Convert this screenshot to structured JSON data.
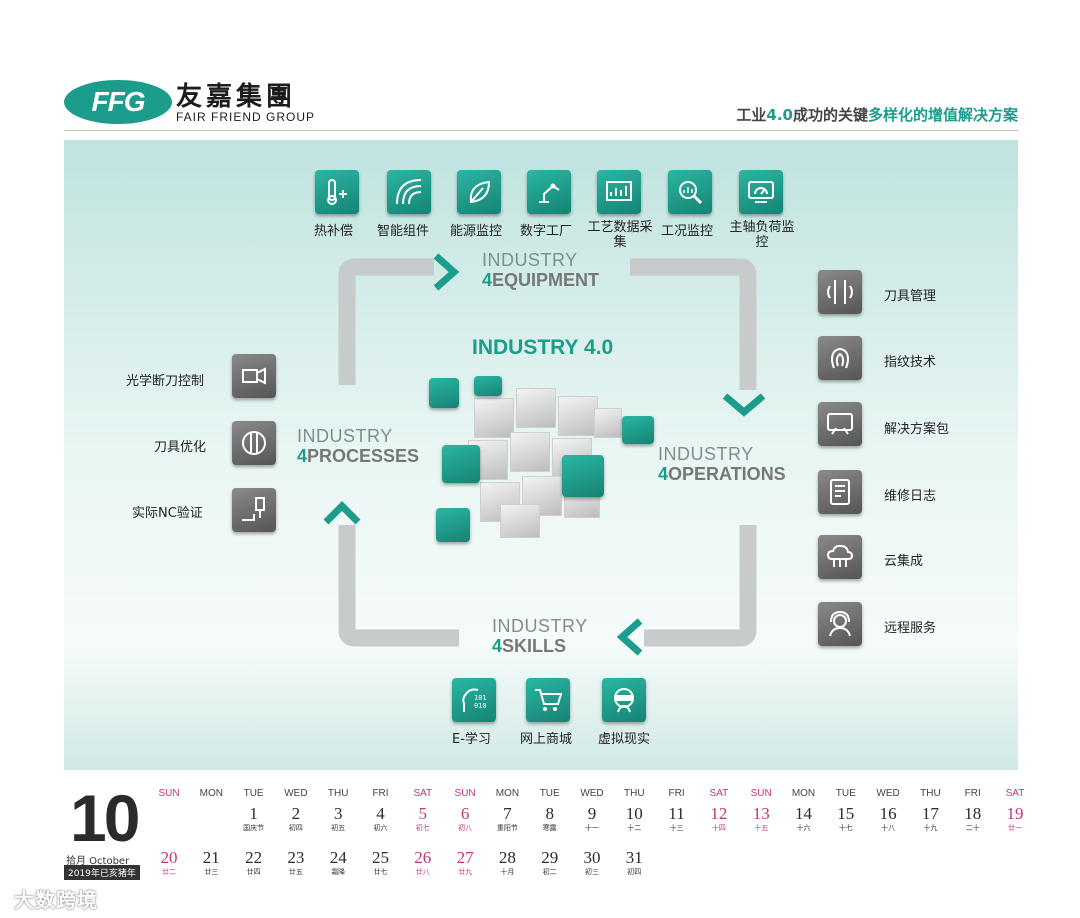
{
  "header": {
    "logo_abbr": "FFG",
    "logo_cn": "友嘉集團",
    "logo_en": "FAIR FRIEND GROUP",
    "tagline_part1": "工业",
    "tagline_hl": "4.0",
    "tagline_part2": "成功的关键",
    "tagline_part3": "多样化的增值解决方案"
  },
  "diagram": {
    "center_title": "INDUSTRY 4.0",
    "equipment": {
      "top": "INDUSTRY",
      "num": "4",
      "word": "EQUIPMENT"
    },
    "operations": {
      "top": "INDUSTRY",
      "num": "4",
      "word": "OPERATIONS"
    },
    "skills": {
      "top": "INDUSTRY",
      "num": "4",
      "word": "SKILLS"
    },
    "processes": {
      "top": "INDUSTRY",
      "num": "4",
      "word": "PROCESSES"
    },
    "top_items": [
      "热补偿",
      "智能组件",
      "能源监控",
      "数字工厂",
      "工艺数据采集",
      "工况监控",
      "主轴负荷监控"
    ],
    "right_items": [
      "刀具管理",
      "指纹技术",
      "解决方案包",
      "维修日志",
      "云集成",
      "远程服务"
    ],
    "left_items": [
      "光学断刀控制",
      "刀具优化",
      "实际NC验证"
    ],
    "bottom_items": [
      "E-学习",
      "网上商城",
      "虚拟现实"
    ],
    "teal_color": "#1c9d8c"
  },
  "calendar": {
    "month_number": "10",
    "month_caption": "拾月 October",
    "year_caption": "2019年已亥猪年",
    "weekdays": [
      "SUN",
      "MON",
      "TUE",
      "WED",
      "THU",
      "FRI",
      "SAT",
      "SUN",
      "MON",
      "TUE",
      "WED",
      "THU",
      "FRI",
      "SAT",
      "SUN",
      "MON",
      "TUE",
      "WED",
      "THU",
      "FRI",
      "SAT"
    ],
    "row1": [
      {
        "n": "1",
        "s": "国庆节"
      },
      {
        "n": "2",
        "s": "初四"
      },
      {
        "n": "3",
        "s": "初五"
      },
      {
        "n": "4",
        "s": "初六"
      },
      {
        "n": "5",
        "s": "初七"
      },
      {
        "n": "6",
        "s": "初八"
      },
      {
        "n": "7",
        "s": "重阳节"
      },
      {
        "n": "8",
        "s": "寒露"
      },
      {
        "n": "9",
        "s": "十一"
      },
      {
        "n": "10",
        "s": "十二"
      },
      {
        "n": "11",
        "s": "十三"
      },
      {
        "n": "12",
        "s": "十四"
      },
      {
        "n": "13",
        "s": "十五"
      },
      {
        "n": "14",
        "s": "十六"
      },
      {
        "n": "15",
        "s": "十七"
      },
      {
        "n": "16",
        "s": "十八"
      },
      {
        "n": "17",
        "s": "十九"
      },
      {
        "n": "18",
        "s": "二十"
      },
      {
        "n": "19",
        "s": "廿一"
      }
    ],
    "row2": [
      {
        "n": "20",
        "s": "廿二"
      },
      {
        "n": "21",
        "s": "廿三"
      },
      {
        "n": "22",
        "s": "廿四"
      },
      {
        "n": "23",
        "s": "廿五"
      },
      {
        "n": "24",
        "s": "霜降"
      },
      {
        "n": "25",
        "s": "廿七"
      },
      {
        "n": "26",
        "s": "廿八"
      },
      {
        "n": "27",
        "s": "廿九"
      },
      {
        "n": "28",
        "s": "十月"
      },
      {
        "n": "29",
        "s": "初二"
      },
      {
        "n": "30",
        "s": "初三"
      },
      {
        "n": "31",
        "s": "初四"
      }
    ]
  },
  "watermark": "大数跨境"
}
